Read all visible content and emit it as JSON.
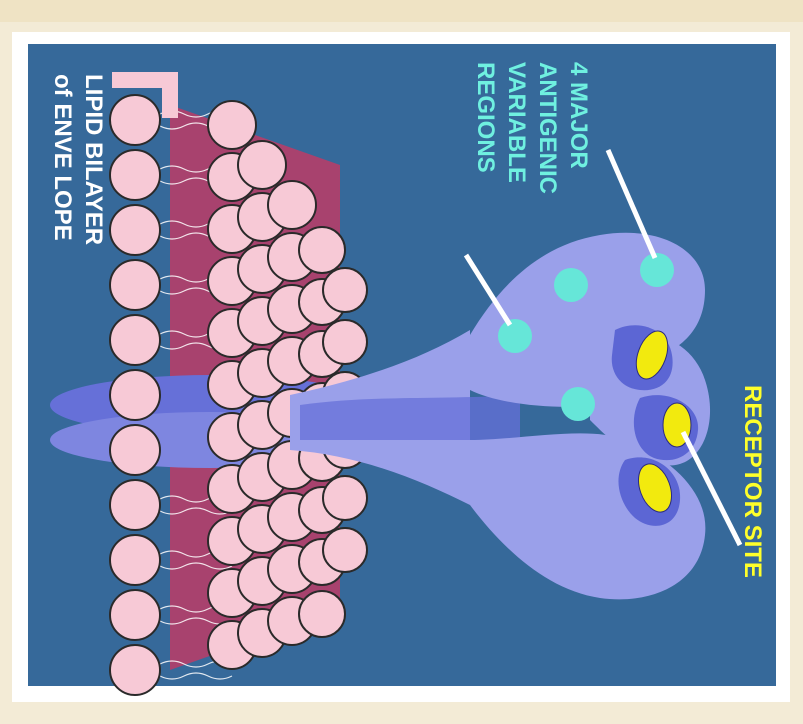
{
  "diagram": {
    "labels": {
      "receptor_site": "RECEPTOR SITE",
      "antigenic_line1": "4 MAJOR",
      "antigenic_line2": "ANTIGENIC",
      "antigenic_line3": "VARIABLE",
      "antigenic_line4": "REGIONS",
      "lipid_line1": "LIPID BILAYER",
      "lipid_line2": "of ENVE LOPE"
    },
    "colors": {
      "background": "#36699a",
      "lipid_head": "#f7c9d6",
      "lipid_core": "#a8426e",
      "protein": "#9aa0ea",
      "protein_dark": "#6670d8",
      "antigenic_site": "#66e6d8",
      "receptor_site": "#f2ea0e",
      "label_yellow": "#ffff2a",
      "label_cyan": "#6ff0e0"
    }
  }
}
